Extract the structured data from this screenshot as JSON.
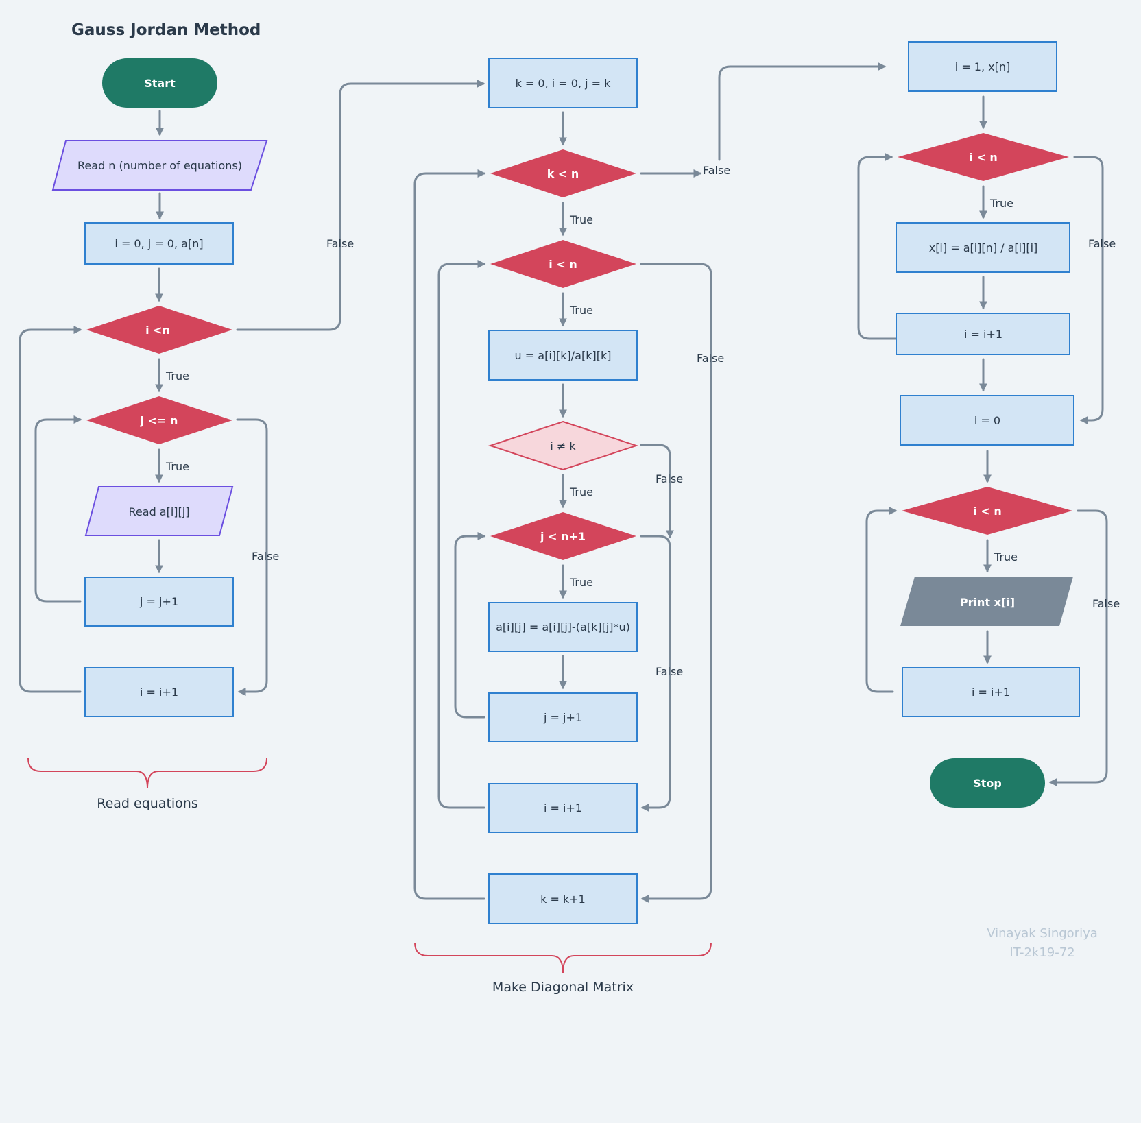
{
  "title": "Gauss Jordan Method",
  "labels": {
    "true": "True",
    "false": "False"
  },
  "nodes": {
    "start": "Start",
    "read_n": "Read n (number of equations)",
    "init_a": "i = 0,  j = 0, a[n]",
    "cond_i_lt_n_1": "i <n",
    "cond_j_le_n": "j <= n",
    "read_aij": "Read a[i][j]",
    "inc_j_1": "j = j+1",
    "inc_i_1": "i = i+1",
    "init_k": "k = 0, i = 0, j = k",
    "cond_k_lt_n": "k < n",
    "cond_i_lt_n_2": "i < n",
    "calc_u": "u = a[i][k]/a[k][k]",
    "cond_i_ne_k": "i ≠  k",
    "cond_j_lt_n1": "j < n+1",
    "update_aij": "a[i][j] = a[i][j]-(a[k][j]*u)",
    "inc_j_2": "j = j+1",
    "inc_i_2": "i = i+1",
    "inc_k": "k = k+1",
    "init_x": "i = 1,  x[n]",
    "cond_i_lt_n_3": "i < n",
    "calc_x": "x[i] = a[i][n] / a[i][i]",
    "inc_i_3": "i = i+1",
    "reset_i": "i = 0",
    "cond_i_lt_n_4": "i < n",
    "print_x": "Print x[i]",
    "inc_i_4": "i = i+1",
    "stop": "Stop"
  },
  "braces": {
    "read_equations": "Read equations",
    "make_diagonal": "Make Diagonal Matrix"
  },
  "watermark": {
    "name": "Vinayak Singoriya",
    "id": "IT-2k19-72"
  },
  "colors": {
    "process_fill": "#d3e5f5",
    "process_stroke": "#2f80cf",
    "decision": "#d3455b",
    "terminal": "#1f7a66",
    "io_fill": "#dedbfc",
    "io_stroke": "#6b4fe0",
    "connector": "#7a8998",
    "background": "#f0f4f7"
  }
}
